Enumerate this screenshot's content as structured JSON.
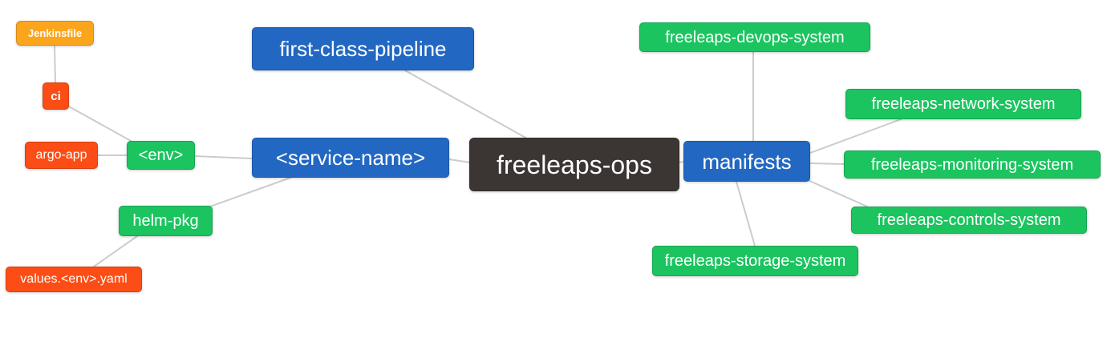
{
  "diagram": {
    "type": "mindmap",
    "title": "freeleaps-ops repository structure",
    "edge_color": "#cccccc",
    "colors": {
      "root": "#3b3633",
      "branch": "#2268c2",
      "group": "#1bc45f",
      "leaf": "#fb4d15",
      "file": "#fba51d"
    },
    "nodes": {
      "freeleaps_ops": {
        "label": "freeleaps-ops",
        "color": "#3b3633",
        "role": "root"
      },
      "first_class_pipeline": {
        "label": "first-class-pipeline",
        "color": "#2268c2",
        "role": "branch"
      },
      "service_name": {
        "label": "<service-name>",
        "color": "#2268c2",
        "role": "branch"
      },
      "manifests": {
        "label": "manifests",
        "color": "#2268c2",
        "role": "branch"
      },
      "env": {
        "label": "<env>",
        "color": "#1bc45f",
        "role": "group"
      },
      "helm_pkg": {
        "label": "helm-pkg",
        "color": "#1bc45f",
        "role": "group"
      },
      "ci": {
        "label": "ci",
        "color": "#fb4d15",
        "role": "leaf"
      },
      "argo_app": {
        "label": "argo-app",
        "color": "#fb4d15",
        "role": "leaf"
      },
      "values_env_yaml": {
        "label": "values.<env>.yaml",
        "color": "#fb4d15",
        "role": "leaf"
      },
      "jenkinsfile": {
        "label": "Jenkinsfile",
        "color": "#fba51d",
        "role": "file"
      },
      "devops_system": {
        "label": "freeleaps-devops-system",
        "color": "#1bc45f",
        "role": "group"
      },
      "network_system": {
        "label": "freeleaps-network-system",
        "color": "#1bc45f",
        "role": "group"
      },
      "monitoring_system": {
        "label": "freeleaps-monitoring-system",
        "color": "#1bc45f",
        "role": "group"
      },
      "controls_system": {
        "label": "freeleaps-controls-system",
        "color": "#1bc45f",
        "role": "group"
      },
      "storage_system": {
        "label": "freeleaps-storage-system",
        "color": "#1bc45f",
        "role": "group"
      }
    },
    "edges": [
      [
        "jenkinsfile",
        "ci"
      ],
      [
        "ci",
        "env"
      ],
      [
        "argo_app",
        "env"
      ],
      [
        "env",
        "service_name"
      ],
      [
        "helm_pkg",
        "service_name"
      ],
      [
        "values_env_yaml",
        "helm_pkg"
      ],
      [
        "first_class_pipeline",
        "freeleaps_ops"
      ],
      [
        "service_name",
        "freeleaps_ops"
      ],
      [
        "freeleaps_ops",
        "manifests"
      ],
      [
        "manifests",
        "devops_system"
      ],
      [
        "manifests",
        "network_system"
      ],
      [
        "manifests",
        "monitoring_system"
      ],
      [
        "manifests",
        "controls_system"
      ],
      [
        "manifests",
        "storage_system"
      ]
    ]
  }
}
